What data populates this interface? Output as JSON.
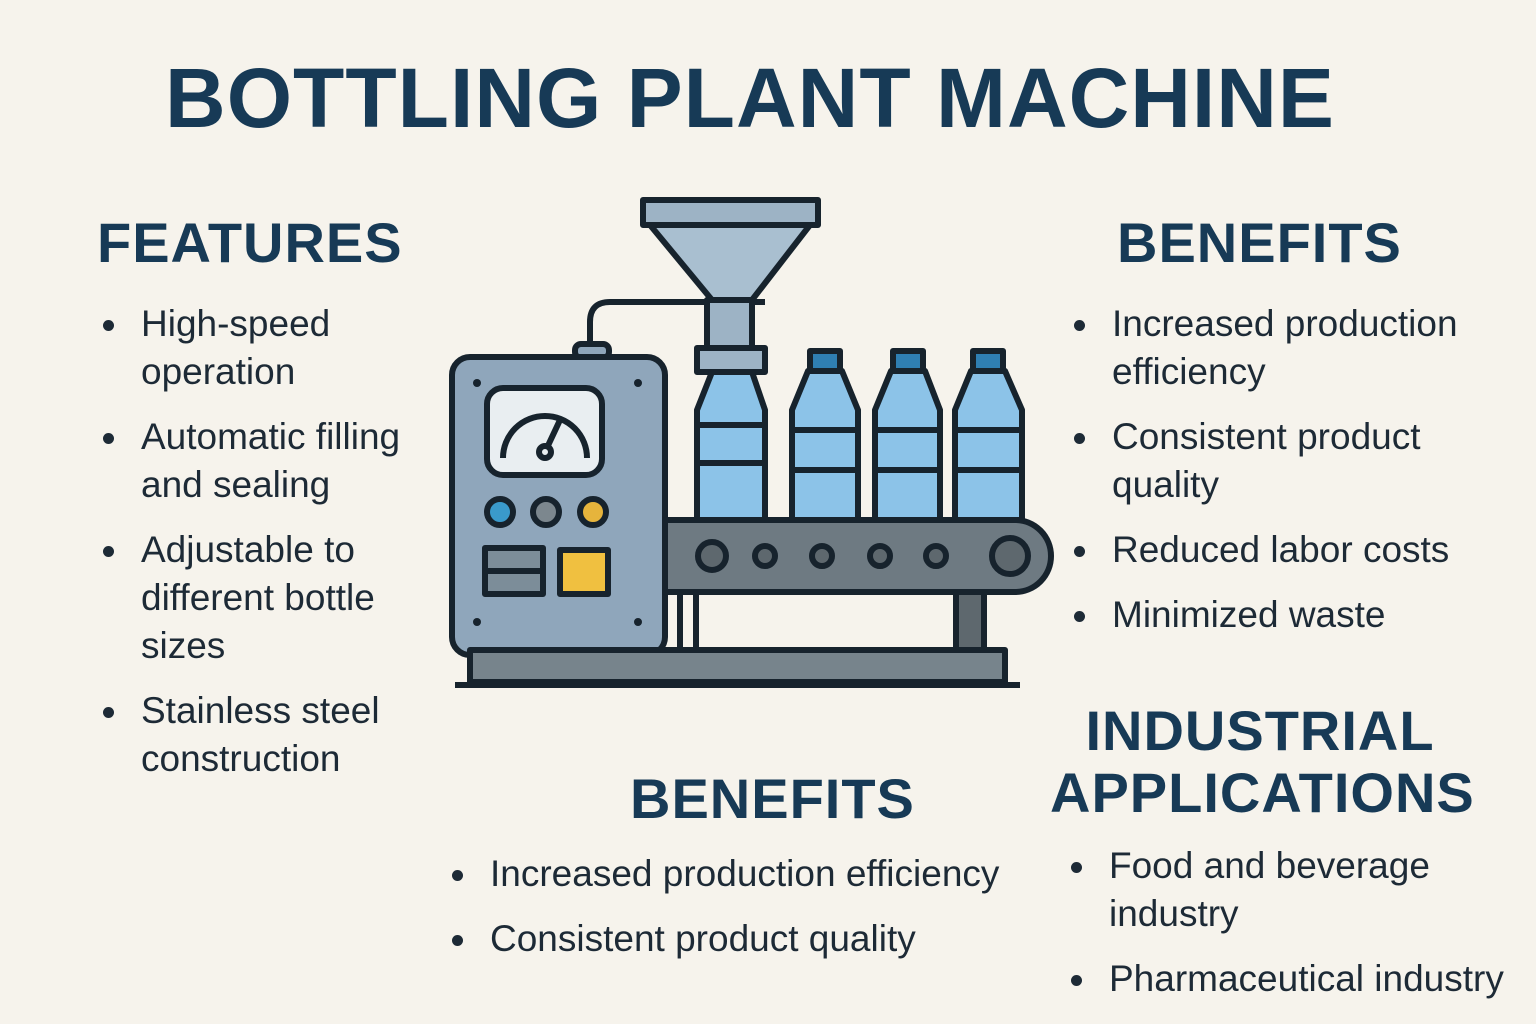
{
  "title": "BOTTLING PLANT MACHINE",
  "features": {
    "heading": "FEATURES",
    "items": [
      "High-speed operation",
      "Automatic filling and sealing",
      "Adjustable to different bottle sizes",
      "Stainless steel construction"
    ]
  },
  "benefits_right": {
    "heading": "BENEFITS",
    "items": [
      "Increased production efficiency",
      "Consistent product quality",
      "Reduced labor costs",
      "Minimized waste"
    ]
  },
  "benefits_bottom": {
    "heading": "BENEFITS",
    "items": [
      "Increased production efficiency",
      "Consistent product quality"
    ]
  },
  "applications": {
    "heading": "INDUSTRIAL APPLICATIONS",
    "items": [
      "Food and beverage industry",
      "Pharmaceutical industry"
    ]
  },
  "colors": {
    "heading": "#173a56",
    "panel": "#8fa6bb",
    "water": "#8cc3e8",
    "belt": "#6e7a82",
    "yellow": "#f0c040"
  }
}
